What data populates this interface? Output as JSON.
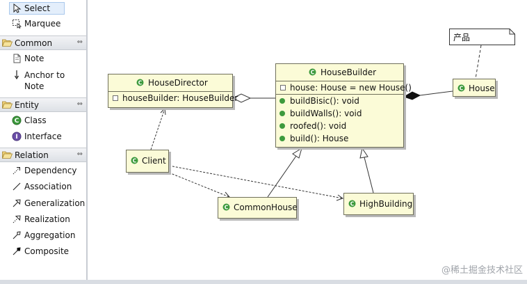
{
  "palette": {
    "tools": [
      {
        "label": "Select",
        "icon": "cursor-arrow-icon"
      },
      {
        "label": "Marquee",
        "icon": "marquee-icon"
      }
    ],
    "groups": [
      {
        "label": "Common",
        "items": [
          {
            "label": "Note"
          },
          {
            "label": "Anchor to Note"
          }
        ]
      },
      {
        "label": "Entity",
        "items": [
          {
            "label": "Class"
          },
          {
            "label": "Interface"
          }
        ]
      },
      {
        "label": "Relation",
        "items": [
          {
            "label": "Dependency"
          },
          {
            "label": "Association"
          },
          {
            "label": "Generalization"
          },
          {
            "label": "Realization"
          },
          {
            "label": "Aggregation"
          },
          {
            "label": "Composite"
          }
        ]
      }
    ],
    "collapse_glyph": "⇔"
  },
  "diagram": {
    "classes": {
      "house_director": {
        "name": "HouseDirector",
        "attributes": [
          "houseBuilder: HouseBuilder"
        ]
      },
      "house_builder": {
        "name": "HouseBuilder",
        "attributes": [
          "house: House = new House()"
        ],
        "operations": [
          "buildBisic(): void",
          "buildWalls(): void",
          "roofed(): void",
          "build(): House"
        ]
      },
      "house": {
        "name": "House"
      },
      "client": {
        "name": "Client"
      },
      "common_house": {
        "name": "CommonHouse"
      },
      "high_building": {
        "name": "HighBuilding"
      }
    },
    "note": {
      "text": "产品"
    }
  },
  "colors": {
    "class_fill": "#fbfbd7",
    "class_icon": "#3d9a3d",
    "border": "#6f6f5a"
  },
  "watermark": "@稀土掘金技术社区"
}
